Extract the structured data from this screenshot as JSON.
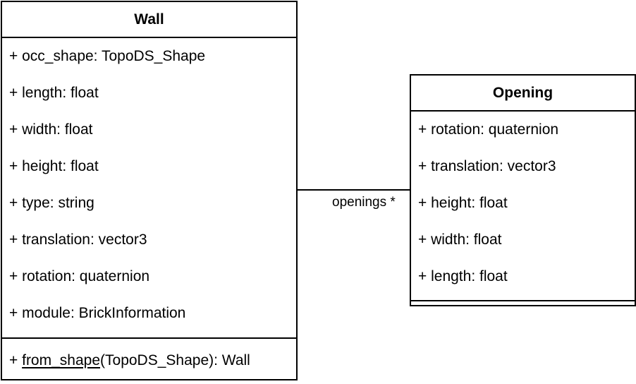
{
  "wall": {
    "name": "Wall",
    "attributes": [
      "+ occ_shape: TopoDS_Shape",
      "+ length: float",
      "+ width: float",
      "+ height: float",
      "+ type: string",
      "+ translation: vector3",
      "+ rotation: quaternion",
      "+ module: BrickInformation"
    ],
    "operation": {
      "prefix": "+ ",
      "name": "from_shape",
      "suffix": "(TopoDS_Shape): Wall"
    }
  },
  "opening": {
    "name": "Opening",
    "attributes": [
      "+ rotation: quaternion",
      "+ translation: vector3",
      "+ height: float",
      "+ width: float",
      "+ length: float"
    ]
  },
  "association": {
    "label": "openings *"
  }
}
